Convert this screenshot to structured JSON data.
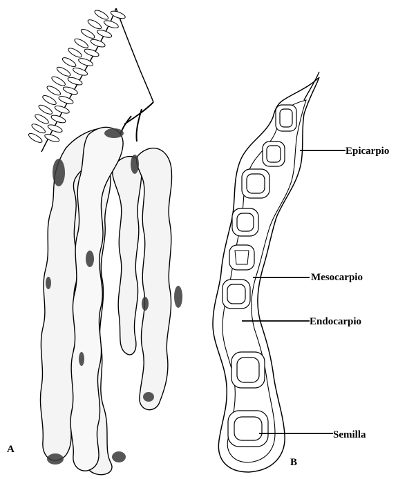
{
  "panels": {
    "a": "A",
    "b": "B"
  },
  "labels": {
    "epicarp": "Epicarpio",
    "mesocarp": "Mesocarpio",
    "endocarp": "Endocarpio",
    "seed": "Semilla"
  },
  "colors": {
    "ink": "#000000",
    "pod_fill": "#f4f4f4",
    "shade": "#3a3a3a"
  },
  "icons": {
    "leaf": "compound-leaf-icon",
    "pod": "tamarind-pod-icon",
    "seed": "seed-icon"
  }
}
